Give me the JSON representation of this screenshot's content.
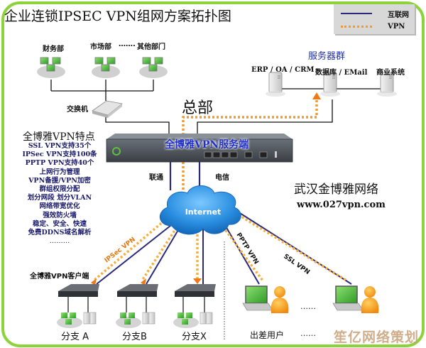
{
  "title": "企业连锁IPSEC VPN组网方案拓扑图",
  "legend": {
    "items": [
      {
        "label": "互联网",
        "style": "solid",
        "color": "#2a2a7a"
      },
      {
        "label": "VPN",
        "style": "dotted",
        "color": "#f39a28"
      }
    ]
  },
  "headquarters": {
    "label": "总部",
    "departments": [
      "财务部",
      "市场部",
      "其他部门"
    ],
    "ellipsis": "…….",
    "switch_label": "交换机",
    "vpn_server_label": "全博雅VPN服务端",
    "isp_left": "联通",
    "isp_right": "电信"
  },
  "server_group": {
    "title": "服务器群",
    "servers": [
      "ERP / OA / CRM",
      "数据库 / EMail",
      "商业系统"
    ]
  },
  "features": {
    "title": "全博雅VPN特点",
    "items": [
      "SSL VPN支持35个",
      "IPSec VPN支持100条",
      "PPTP VPN支持40个",
      "上网行为管理",
      "VPN备援/VPN加密",
      "群组权限分配",
      "划分网段 划分VLAN",
      "网络带宽优化",
      "强效防火墙",
      "稳定、安全、快速",
      "免费DDNS域名解析",
      "………"
    ]
  },
  "company": {
    "name": "武汉金博雅网络",
    "url": "www.027vpn.com"
  },
  "internet_label": "Internet",
  "vpn_types": {
    "ipsec": "IPSec VPN",
    "pptp": "PPTP VPN",
    "ssl": "SSL VPN"
  },
  "branches": {
    "client_label": "全博雅VPN客户端",
    "items": [
      "分支 A",
      "分支B",
      "分支X"
    ]
  },
  "mobile": {
    "label": "出差用户",
    "ellipsis": "……",
    "ellipsis_bottom": "……"
  },
  "watermark": "笙亿网络策划",
  "colors": {
    "frame": "#8cd23a",
    "internet_line": "#2a2a7a",
    "vpn_line": "#f39a28",
    "cloud": "#2a8ee0",
    "server_group_text": "#2030a8",
    "feature_text": "#1a1a6a",
    "device_label": "#2030c8"
  }
}
